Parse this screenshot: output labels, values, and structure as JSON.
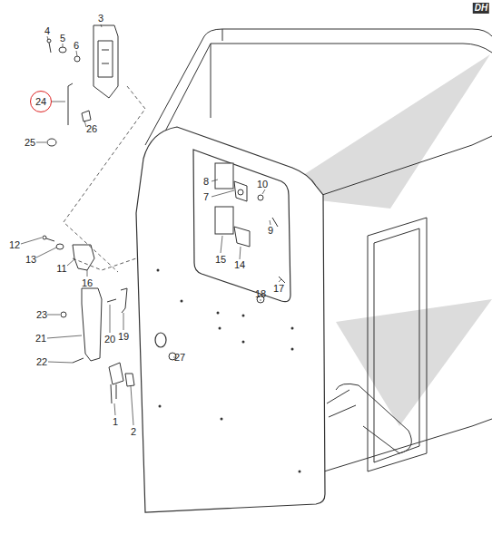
{
  "diagram": {
    "nodes": [
      {
        "text": [
          "24"
        ]
      }
    ],
    "edges": [],
    "labels": [
      "DH",
      "4",
      "5",
      "6",
      "3",
      "26",
      "25",
      "8",
      "7",
      "10",
      "9",
      "15",
      "14",
      "18",
      "17",
      "12",
      "13",
      "11",
      "16",
      "23",
      "21",
      "20",
      "19",
      "22",
      "27",
      "1",
      "2"
    ]
  }
}
